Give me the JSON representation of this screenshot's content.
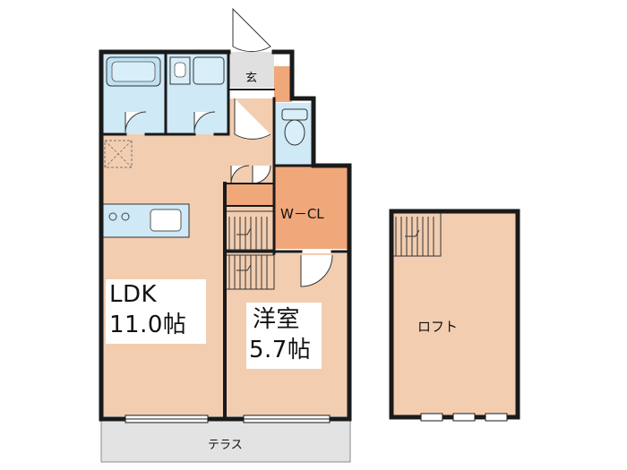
{
  "rooms": {
    "ldk": {
      "name": "LDK",
      "size": "11.0帖"
    },
    "western_room": {
      "name": "洋室",
      "size": "5.7帖"
    },
    "wcl": {
      "name": "W－CL"
    },
    "loft": {
      "name": "ロフト"
    },
    "terrace": {
      "name": "テラス"
    },
    "entrance": {
      "name": "玄"
    }
  },
  "colors": {
    "floor": "#f2cdb0",
    "closet": "#f0a77a",
    "wet_area": "#cfe9f6",
    "terrace": "#e3e3e3",
    "wall": "#1a1a1a"
  }
}
